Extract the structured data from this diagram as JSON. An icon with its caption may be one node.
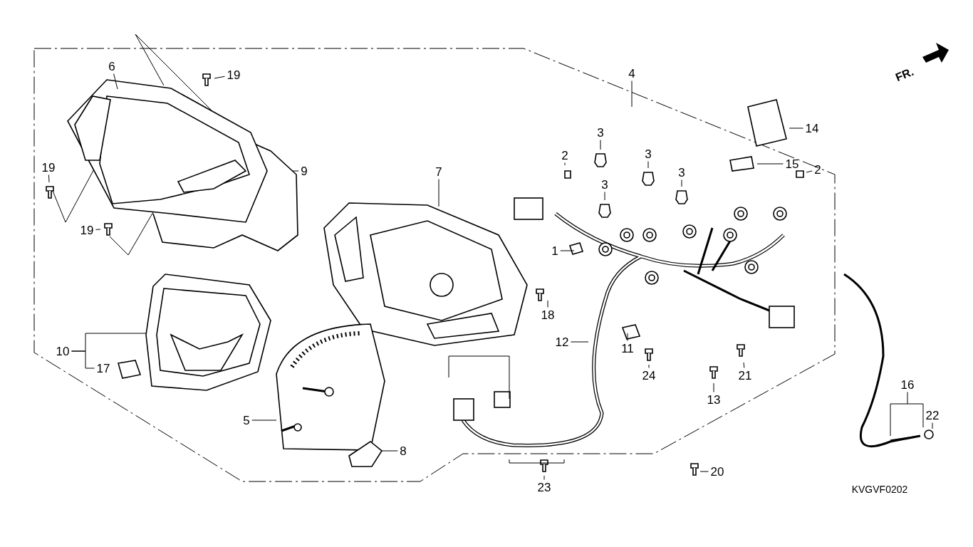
{
  "diagram": {
    "nodes": [
      {
        "text": [
          "6"
        ]
      },
      {
        "text": [
          "19"
        ]
      },
      {
        "text": [
          "4"
        ]
      },
      {
        "text": [
          "14"
        ]
      },
      {
        "text": [
          "3"
        ]
      },
      {
        "text": [
          "3"
        ]
      },
      {
        "text": [
          "15"
        ]
      },
      {
        "text": [
          "2"
        ]
      },
      {
        "text": [
          "19"
        ]
      },
      {
        "text": [
          "9"
        ]
      },
      {
        "text": [
          "7"
        ]
      },
      {
        "text": [
          "3"
        ]
      },
      {
        "text": [
          "2"
        ]
      },
      {
        "text": [
          "3"
        ]
      },
      {
        "text": [
          "19"
        ]
      },
      {
        "text": [
          "1"
        ]
      },
      {
        "text": [
          "18"
        ]
      },
      {
        "text": [
          "12"
        ]
      },
      {
        "text": [
          "11"
        ]
      },
      {
        "text": [
          "10"
        ]
      },
      {
        "text": [
          "17"
        ]
      },
      {
        "text": [
          "24"
        ]
      },
      {
        "text": [
          "21"
        ]
      },
      {
        "text": [
          "16"
        ]
      },
      {
        "text": [
          "13"
        ]
      },
      {
        "text": [
          "22"
        ]
      },
      {
        "text": [
          "5"
        ]
      },
      {
        "text": [
          "8"
        ]
      },
      {
        "text": [
          "20"
        ]
      },
      {
        "text": [
          "23"
        ]
      }
    ],
    "edges": [
      {
        "from": 0,
        "to": null,
        "arrow": "none"
      },
      {
        "from": 1,
        "to": null,
        "arrow": "none"
      },
      {
        "from": 2,
        "to": null,
        "arrow": "none"
      },
      {
        "from": 3,
        "to": null,
        "arrow": "none"
      },
      {
        "from": 4,
        "to": null,
        "arrow": "none"
      },
      {
        "from": 5,
        "to": null,
        "arrow": "none"
      },
      {
        "from": 6,
        "to": null,
        "arrow": "none"
      },
      {
        "from": 7,
        "to": null,
        "arrow": "none"
      },
      {
        "from": 8,
        "to": null,
        "arrow": "none"
      },
      {
        "from": 9,
        "to": null,
        "arrow": "none"
      },
      {
        "from": 10,
        "to": null,
        "arrow": "none"
      },
      {
        "from": 11,
        "to": null,
        "arrow": "none"
      },
      {
        "from": 12,
        "to": null,
        "arrow": "none"
      },
      {
        "from": 13,
        "to": null,
        "arrow": "none"
      },
      {
        "from": 14,
        "to": null,
        "arrow": "none"
      },
      {
        "from": 15,
        "to": null,
        "arrow": "none"
      },
      {
        "from": 16,
        "to": null,
        "arrow": "none"
      },
      {
        "from": 17,
        "to": null,
        "arrow": "none"
      },
      {
        "from": 18,
        "to": null,
        "arrow": "none"
      },
      {
        "from": 19,
        "to": null,
        "arrow": "none"
      },
      {
        "from": 19,
        "to": 20,
        "arrow": "none"
      },
      {
        "from": 21,
        "to": null,
        "arrow": "none"
      },
      {
        "from": 22,
        "to": null,
        "arrow": "none"
      },
      {
        "from": 23,
        "to": null,
        "arrow": "none"
      },
      {
        "from": 24,
        "to": null,
        "arrow": "none"
      },
      {
        "from": 25,
        "to": null,
        "arrow": "none"
      },
      {
        "from": 26,
        "to": null,
        "arrow": "none"
      },
      {
        "from": 27,
        "to": null,
        "arrow": "none"
      },
      {
        "from": 28,
        "to": null,
        "arrow": "none"
      },
      {
        "from": 29,
        "to": null,
        "arrow": "none"
      }
    ],
    "labels": [
      "FR.",
      "KVGVF0202"
    ]
  }
}
